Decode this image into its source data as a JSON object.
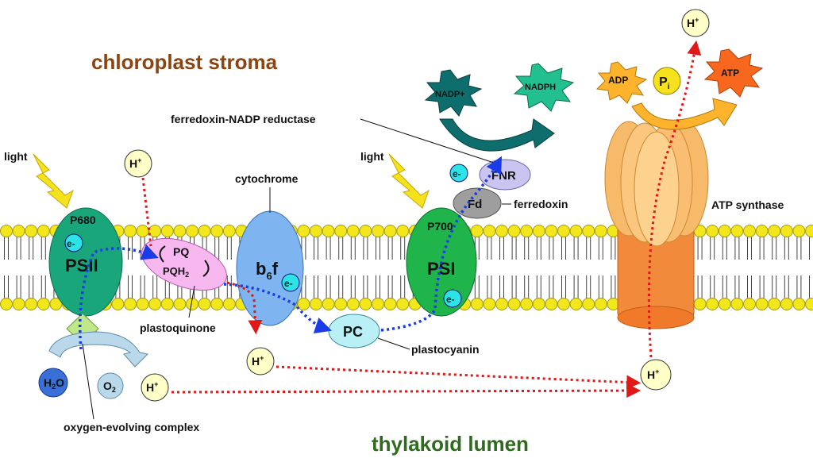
{
  "titles": {
    "stroma": "chloroplast stroma",
    "lumen": "thylakoid lumen"
  },
  "labels": {
    "light_left": "light",
    "light_right": "light",
    "p680": "P680",
    "psii": "PSII",
    "electron": "e-",
    "h_plus": "H+",
    "pq": "PQ",
    "pqh2_base": "PQH",
    "pqh2_sub": "2",
    "plastoquinone": "plastoquinone",
    "cytochrome": "cytochrome",
    "b6f_b": "b",
    "b6f_sub": "6",
    "b6f_f": "f",
    "pc": "PC",
    "plastocyanin": "plastocyanin",
    "p700": "P700",
    "psi": "PSI",
    "fd": "Fd",
    "ferredoxin": "ferredoxin",
    "fnr": "FNR",
    "fnr_full": "ferredoxin-NADP reductase",
    "nadp": "NADP+",
    "nadph": "NADPH",
    "adp": "ADP",
    "pi_base": "P",
    "pi_sub": "i",
    "atp": "ATP",
    "atp_synthase": "ATP synthase",
    "h2o_base": "H",
    "h2o_sub": "2",
    "h2o_end": "O",
    "o2_base": "O",
    "o2_sub": "2",
    "oec": "oxygen-evolving complex"
  },
  "colors": {
    "stroma_title": "#8B4513",
    "lumen_title": "#2E6B1E",
    "light": "#F58220",
    "psii": "#19A67A",
    "psi": "#1FB54A",
    "pq": "#F7B8F0",
    "b6f": "#7EB5F0",
    "pc": "#B8F0F5",
    "fnr": "#C9C5F0",
    "fd": "#9E9E9E",
    "nadp": "#0E6E6E",
    "nadph": "#22BF8F",
    "adp": "#FDB32B",
    "atp": "#F7681E",
    "hplus": "#FFFFC8",
    "electron": "#2CE3E8",
    "lipid": "#F2E61D",
    "atp_synthase_head": "#F7B96A",
    "atp_synthase_stalk": "#F28A3C",
    "h2o": "#3A6FD8",
    "o2": "#B9D9EA",
    "oec": "#BEE88A"
  }
}
